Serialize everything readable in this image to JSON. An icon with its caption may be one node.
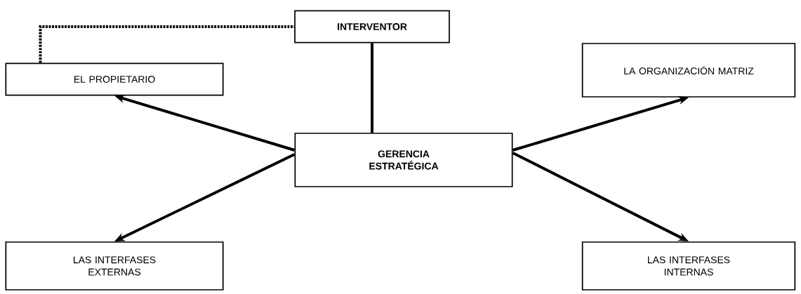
{
  "diagram": {
    "nodes": [
      {
        "text": [
          "INTERVENTOR"
        ]
      },
      {
        "text": [
          "EL PROPIETARIO"
        ]
      },
      {
        "text": [
          "LA ORGANIZACIÓN MATRIZ"
        ]
      },
      {
        "text": [
          "GERENCIA ESTRATÉGICA"
        ]
      },
      {
        "text": [
          "LAS INTERFASES EXTERNAS"
        ]
      },
      {
        "text": [
          "LAS INTERFASES INTERNAS"
        ]
      }
    ],
    "edges": [
      {
        "from": 0,
        "to": 1,
        "arrow": "none",
        "style": "dashed"
      },
      {
        "from": 3,
        "to": 0,
        "arrow": "none"
      },
      {
        "from": 3,
        "to": 1,
        "arrow": "to"
      },
      {
        "from": 3,
        "to": 2,
        "arrow": "to"
      },
      {
        "from": 3,
        "to": 4,
        "arrow": "to"
      },
      {
        "from": 3,
        "to": 5,
        "arrow": "to"
      }
    ]
  }
}
